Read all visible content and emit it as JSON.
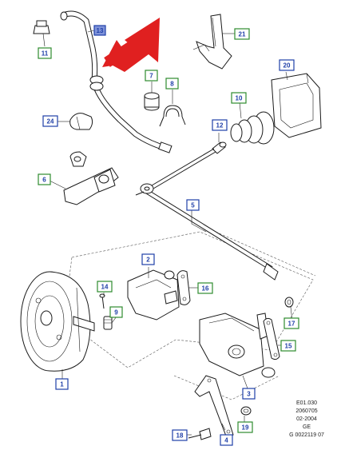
{
  "callouts": {
    "c1": "1",
    "c2": "2",
    "c3": "3",
    "c4": "4",
    "c5": "5",
    "c6": "6",
    "c7": "7",
    "c8": "8",
    "c9": "9",
    "c10": "10",
    "c11": "11",
    "c12": "12",
    "c13": "13",
    "c14": "14",
    "c15": "15",
    "c16": "16",
    "c17": "17",
    "c18": "18",
    "c19": "19",
    "c20": "20",
    "c21": "21",
    "c24": "24"
  },
  "colors": {
    "green_box": "#2e8b2e",
    "blue_box": "#1f3fa8",
    "highlight_fill": "#7f93d9",
    "arrow": "#e02020"
  },
  "reference": {
    "line1": "E01.030",
    "line2": "2060705",
    "line3": "02-2004",
    "line4": "GE",
    "line5": "G 0022119 07"
  }
}
